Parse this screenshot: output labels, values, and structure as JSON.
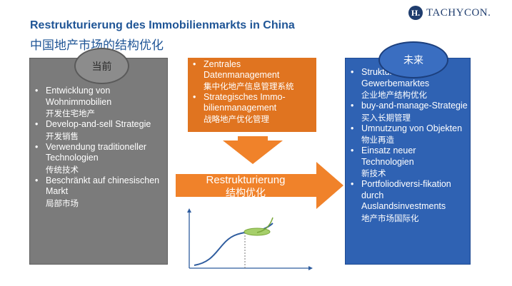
{
  "header": {
    "title_de": "Restrukturierung des Immobilienmarkts in China",
    "title_cn": "中国地产市场的结构优化",
    "logo_mark": "H.",
    "logo_text": "TACHYCON."
  },
  "left_panel": {
    "label": "当前",
    "items": [
      {
        "de": "Entwicklung von Wohnimmobilien",
        "cn": "开发住宅地产"
      },
      {
        "de": "Develop-and-sell Strategie",
        "cn": "开发销售"
      },
      {
        "de": "Verwendung traditioneller Technologien",
        "cn": "传统技术"
      },
      {
        "de": "Beschränkt auf chinesischen Markt",
        "cn": "局部市场"
      }
    ]
  },
  "middle_panel": {
    "items": [
      {
        "de": "Zentrales Datenmanagement",
        "cn": "集中化地产信息管理系统"
      },
      {
        "de": "Strategisches Immo-bilienmanagement",
        "cn": "战略地产优化管理"
      }
    ]
  },
  "arrow": {
    "label_de": "Restrukturierung",
    "label_cn": "结构优化"
  },
  "right_panel": {
    "label": "未来",
    "items": [
      {
        "de": "Strukturierung des Gewerbemarktes",
        "cn": "企业地产结构优化"
      },
      {
        "de": "buy-and-manage-Strategie",
        "cn": "买入长期管理"
      },
      {
        "de": "Umnutzung von Objekten",
        "cn": "物业再造"
      },
      {
        "de": "Einsatz neuer Technologien",
        "cn": "新技术"
      },
      {
        "de": "Portfoliodiversi-fikation durch Auslandsinvestments",
        "cn": "地产市场国际化"
      }
    ]
  },
  "colors": {
    "title": "#1f5596",
    "left_box": "#7b7b7b",
    "middle_box": "#e07420",
    "right_box": "#2f62b3",
    "arrow": "#f0822a",
    "curve": "#2e5c9e",
    "highlight": "#a6cf6a"
  }
}
